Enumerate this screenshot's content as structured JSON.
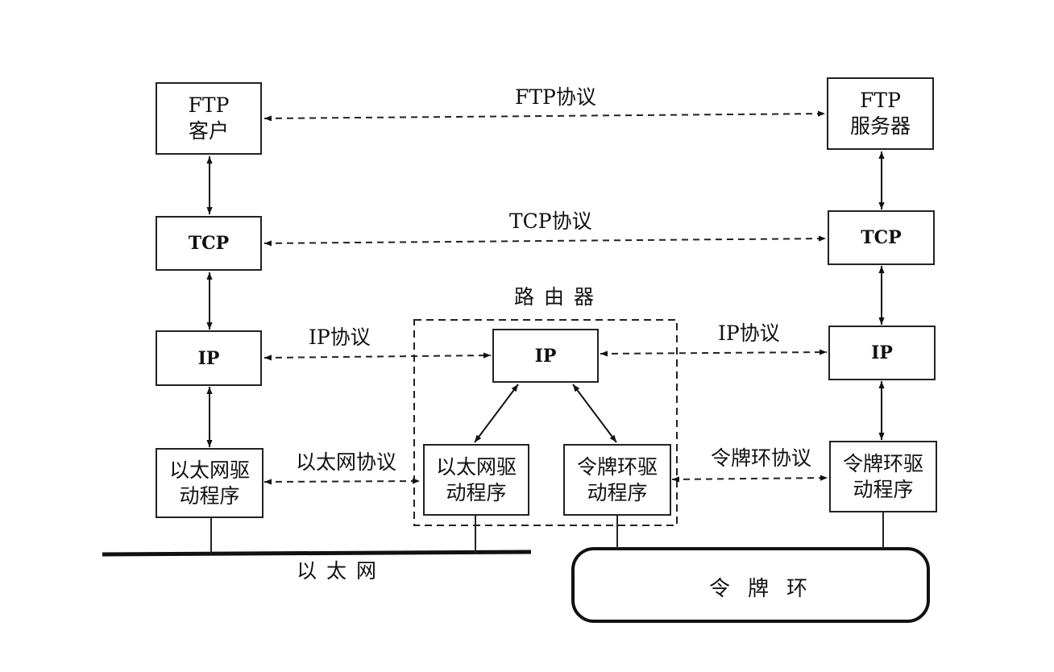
{
  "hosts": {
    "left": {
      "app": [
        "FTP",
        "客户"
      ],
      "tcp": "TCP",
      "ip": "IP",
      "driver": [
        "以太网驱",
        "动程序"
      ]
    },
    "right": {
      "app": [
        "FTP",
        "服务器"
      ],
      "tcp": "TCP",
      "ip": "IP",
      "driver": [
        "令牌环驱",
        "动程序"
      ]
    }
  },
  "router": {
    "title": "路由器",
    "ip": "IP",
    "eth_driver": [
      "以太网驱",
      "动程序"
    ],
    "tr_driver": [
      "令牌环驱",
      "动程序"
    ]
  },
  "protocols": {
    "ftp": "FTP协议",
    "tcp": "TCP协议",
    "ip_left": "IP协议",
    "ip_right": "IP协议",
    "ethernet": "以太网协议",
    "token_ring": "令牌环协议"
  },
  "networks": {
    "ethernet": "以太网",
    "token_ring": "令牌环"
  }
}
